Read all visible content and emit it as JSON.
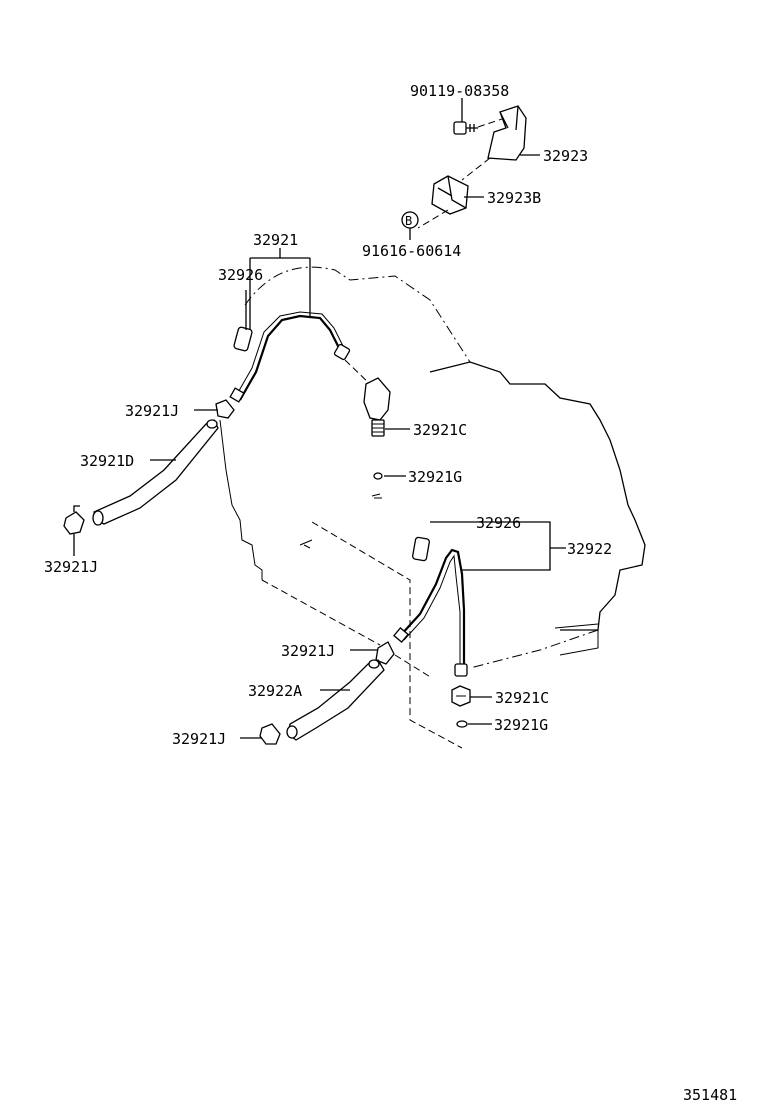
{
  "callouts": {
    "bolt": "90119-08358",
    "bracket": "32923",
    "bracket_b": "32923B",
    "ref_b_letter": "B",
    "bolt_b": "91616-60614",
    "pipe_upper": "32921",
    "sleeve_upper": "32926",
    "clamp_upper": "32921J",
    "union_upper": "32921C",
    "hose_upper": "32921D",
    "gasket_upper": "32921G",
    "clamp_left": "32921J",
    "sleeve_lower": "32926",
    "pipe_lower": "32922",
    "clamp_lower": "32921J",
    "hose_lower": "32922A",
    "union_lower": "32921C",
    "clamp_bottom": "32921J",
    "gasket_lower": "32921G"
  },
  "figure_id": "351481"
}
